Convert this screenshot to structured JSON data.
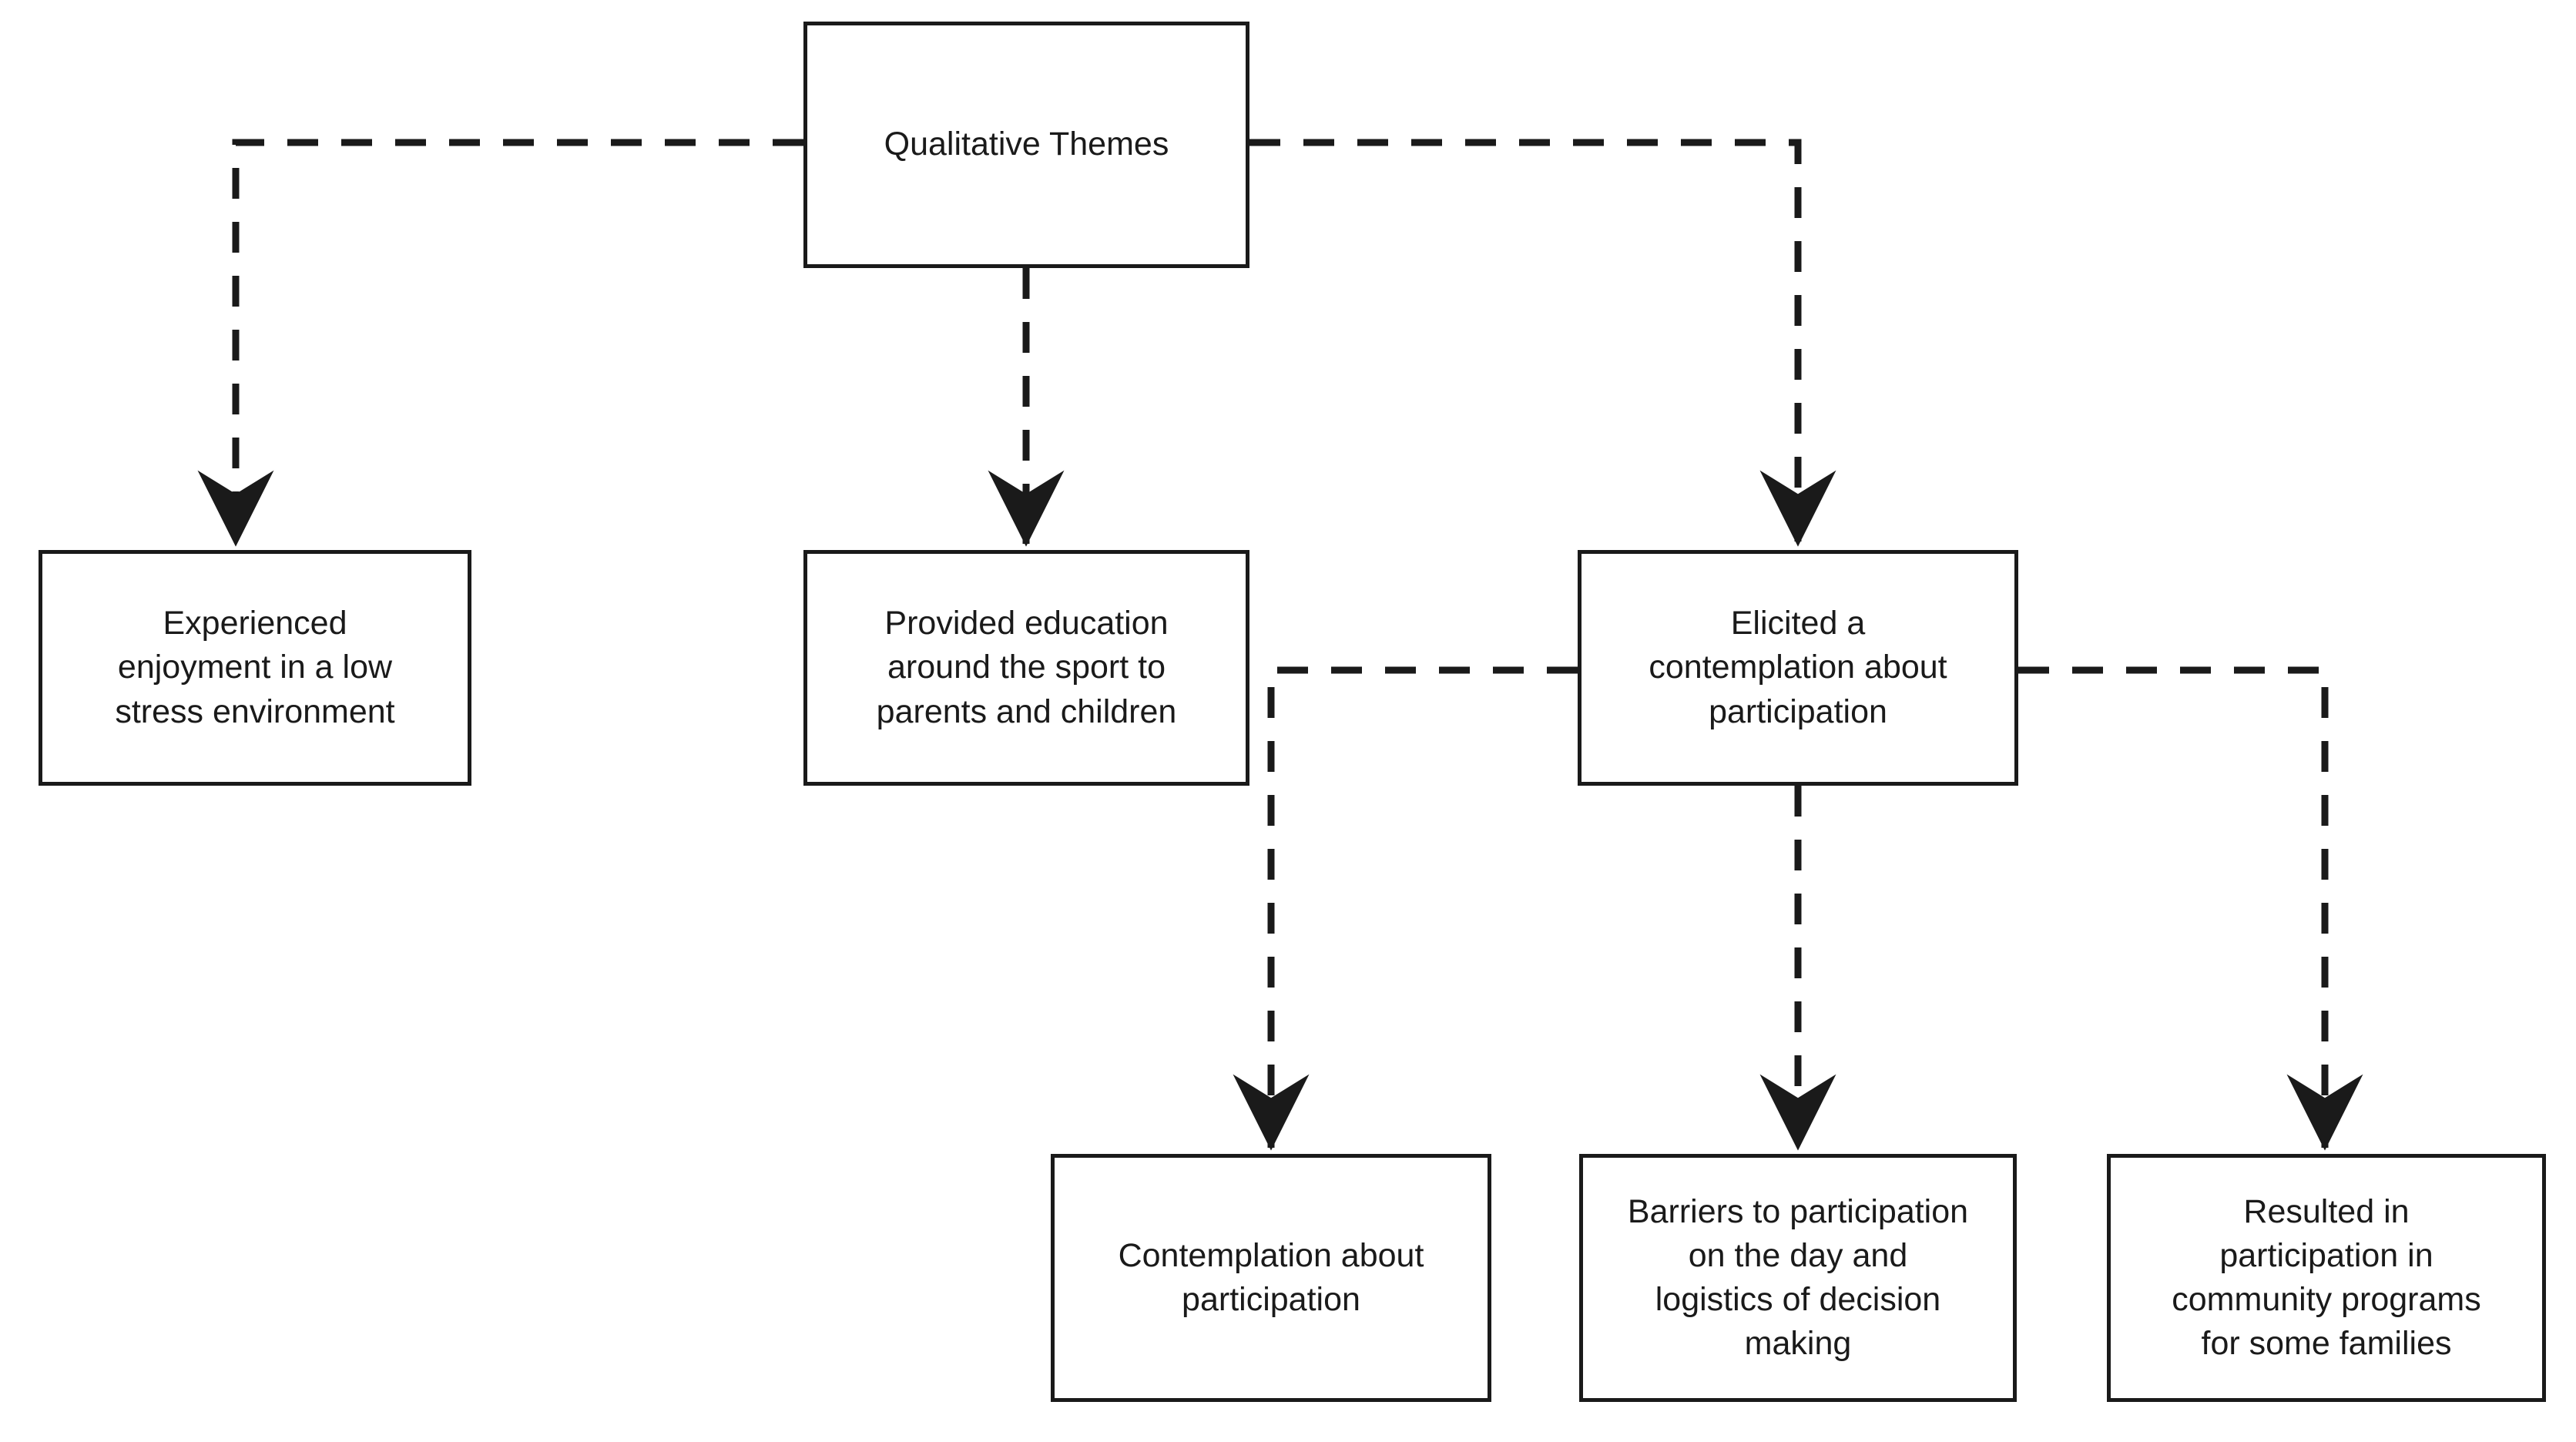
{
  "diagram": {
    "title": "Qualitative Themes flowchart",
    "style": {
      "node_fill": "#ffffff",
      "node_border": "#1a1a1a",
      "edge_color": "#1a1a1a",
      "edge_style": "dashed",
      "arrowhead": "barbed",
      "background": "#ffffff"
    },
    "nodes": [
      {
        "id": "root",
        "label": "Qualitative Themes",
        "level": 0
      },
      {
        "id": "enjoyment",
        "label": "Experienced\nenjoyment in a low\nstress environment",
        "level": 1
      },
      {
        "id": "education",
        "label": "Provided education\naround the sport to\nparents and children",
        "level": 1
      },
      {
        "id": "elicited",
        "label": "Elicited a\ncontemplation about\nparticipation",
        "level": 1
      },
      {
        "id": "contemplation",
        "label": "Contemplation about\nparticipation",
        "level": 2
      },
      {
        "id": "barriers",
        "label": "Barriers to participation\non the day and\nlogistics of decision\nmaking",
        "level": 2
      },
      {
        "id": "community",
        "label": "Resulted in\nparticipation in\ncommunity programs\nfor some families",
        "level": 2
      }
    ],
    "edges": [
      {
        "id": "edge-root-enjoyment",
        "from": "root",
        "to": "enjoyment",
        "style": "dashed",
        "arrow": true
      },
      {
        "id": "edge-root-education",
        "from": "root",
        "to": "education",
        "style": "dashed",
        "arrow": true
      },
      {
        "id": "edge-root-elicited",
        "from": "root",
        "to": "elicited",
        "style": "dashed",
        "arrow": true
      },
      {
        "id": "edge-elicited-contemp",
        "from": "elicited",
        "to": "contemplation",
        "style": "dashed",
        "arrow": true
      },
      {
        "id": "edge-elicited-barriers",
        "from": "elicited",
        "to": "barriers",
        "style": "dashed",
        "arrow": true
      },
      {
        "id": "edge-elicited-community",
        "from": "elicited",
        "to": "community",
        "style": "dashed",
        "arrow": true
      }
    ]
  }
}
